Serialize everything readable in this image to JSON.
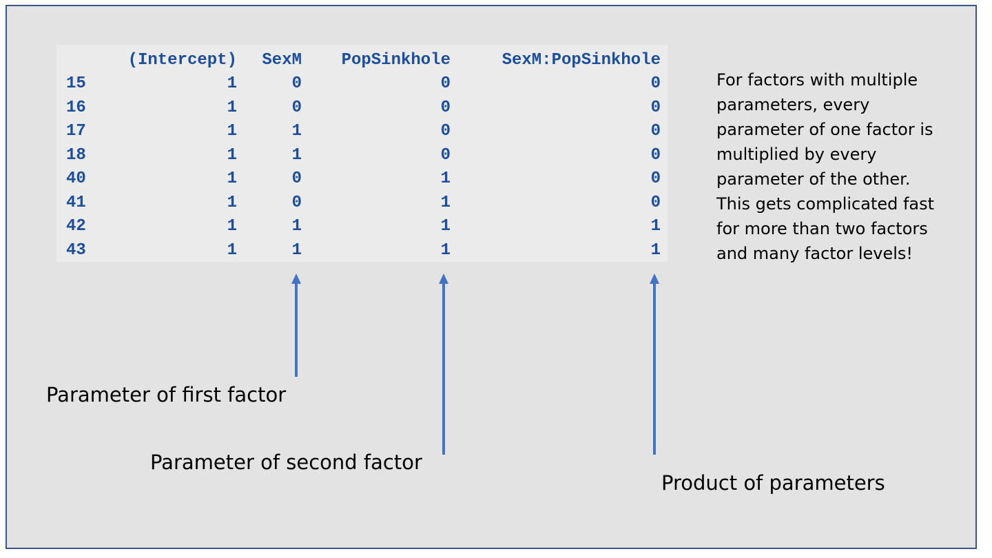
{
  "design_matrix": {
    "headers": [
      "(Intercept)",
      "SexM",
      "PopSinkhole",
      "SexM:PopSinkhole"
    ],
    "rows": [
      {
        "id": "15",
        "values": [
          "1",
          "0",
          "0",
          "0"
        ]
      },
      {
        "id": "16",
        "values": [
          "1",
          "0",
          "0",
          "0"
        ]
      },
      {
        "id": "17",
        "values": [
          "1",
          "1",
          "0",
          "0"
        ]
      },
      {
        "id": "18",
        "values": [
          "1",
          "1",
          "0",
          "0"
        ]
      },
      {
        "id": "40",
        "values": [
          "1",
          "0",
          "1",
          "0"
        ]
      },
      {
        "id": "41",
        "values": [
          "1",
          "0",
          "1",
          "0"
        ]
      },
      {
        "id": "42",
        "values": [
          "1",
          "1",
          "1",
          "1"
        ]
      },
      {
        "id": "43",
        "values": [
          "1",
          "1",
          "1",
          "1"
        ]
      }
    ]
  },
  "note": {
    "lines": [
      "For factors with multiple",
      "parameters, every",
      "parameter of one factor is",
      "multiplied by every",
      "parameter of the other.",
      "This gets complicated fast",
      "for more than two factors",
      "and many factor levels!"
    ]
  },
  "annotations": {
    "first_factor": "Parameter of first factor",
    "second_factor": "Parameter of second factor",
    "product": "Product of parameters"
  },
  "colors": {
    "code_text": "#1c4e9b",
    "arrow": "#4472c4",
    "background": "#e3e3e3",
    "border": "#3b5488"
  }
}
